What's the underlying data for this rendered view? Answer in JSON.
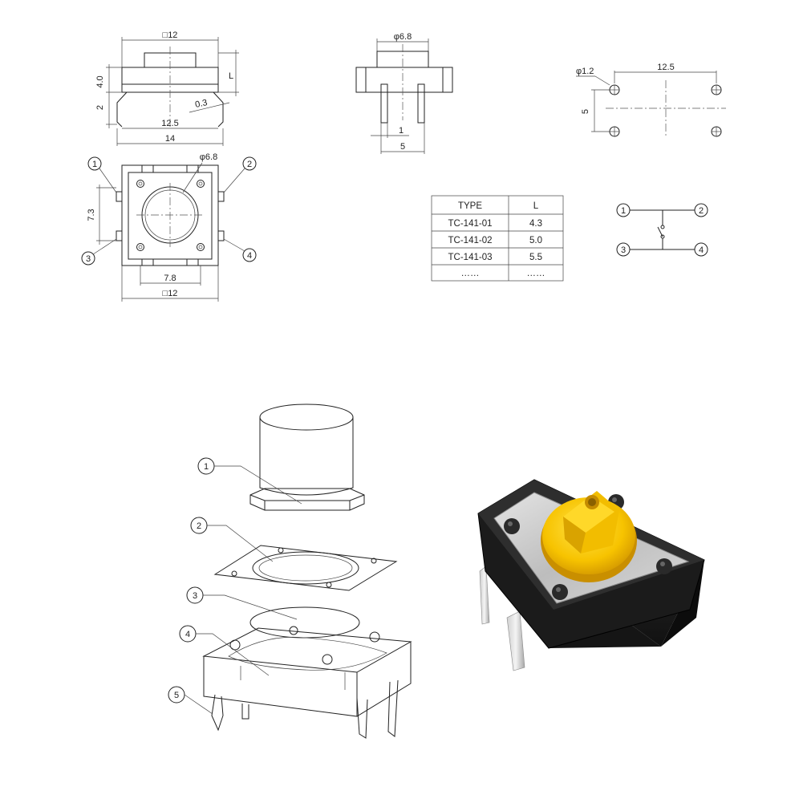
{
  "side_view": {
    "width_label": "□12",
    "height_label": "4.0",
    "base_label": "2",
    "lead_label": "0.3",
    "pin_pitch_label": "12.5",
    "overall_label": "14",
    "L_label": "L"
  },
  "front_view": {
    "diameter_label": "φ6.8",
    "pin_label": "1",
    "pitch_label": "5"
  },
  "footprint": {
    "hole_label": "φ1.2",
    "pitch_x_label": "12.5",
    "pitch_y_label": "5"
  },
  "top_view": {
    "diameter_label": "φ6.8",
    "pitch_y_label": "7.3",
    "pitch_x_label": "7.8",
    "width_label": "□12",
    "pins": [
      "1",
      "2",
      "3",
      "4"
    ]
  },
  "type_table": {
    "headers": [
      "TYPE",
      "L"
    ],
    "rows": [
      [
        "TC-141-01",
        "4.3"
      ],
      [
        "TC-141-02",
        "5.0"
      ],
      [
        "TC-141-03",
        "5.5"
      ],
      [
        "……",
        "……"
      ]
    ]
  },
  "schematic": {
    "pins": [
      "1",
      "2",
      "3",
      "4"
    ]
  },
  "exploded_view": {
    "callouts": [
      "1",
      "2",
      "3",
      "4",
      "5"
    ]
  },
  "colors": {
    "line": "#222222",
    "cap_yellow": "#f5c400",
    "body_black": "#1c1c1c",
    "plate_silver": "#c9c9c9"
  }
}
